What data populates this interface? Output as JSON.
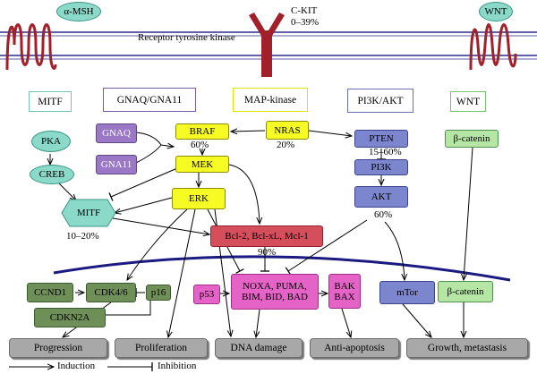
{
  "membrane": {
    "alpha_msh": "α-MSH",
    "wnt_receptor": "WNT",
    "rtk_label": "Receptor tyrosine kinase",
    "ckit_label": "C-KIT",
    "ckit_percent": "0–39%"
  },
  "headers": {
    "mitf": "MITF",
    "gnaq": "GNAQ/GNA11",
    "mapk": "MAP-kinase",
    "pi3k": "PI3K/AKT",
    "wnt": "WNT"
  },
  "nodes": {
    "pka": "PKA",
    "creb": "CREB",
    "mitf": "MITF",
    "mitf_pct": "10–20%",
    "gnaq": "GNAQ",
    "gna11": "GNA11",
    "braf": "BRAF",
    "braf_pct": "60%",
    "mek": "MEK",
    "erk": "ERK",
    "nras": "NRAS",
    "nras_pct": "20%",
    "pten": "PTEN",
    "pten_pct": "15–60%",
    "pi3k": "PI3K",
    "akt": "AKT",
    "akt_pct": "60%",
    "beta_catenin_top": "β-catenin",
    "bcl2": "Bcl-2, Bcl-xL, Mcl-1",
    "bcl2_pct": "90%",
    "ccnd1": "CCND1",
    "cdk46": "CDK4/6",
    "p16": "p16",
    "cdkn2a": "CDKN2A",
    "p53": "p53",
    "noxa_line1": "NOXA, PUMA,",
    "noxa_line2": "BIM, BID, BAD",
    "bak": "BAK",
    "bax": "BAX",
    "mtor": "mTor",
    "beta_catenin_bottom": "β-catenin"
  },
  "outcomes": {
    "progression": "Progression",
    "proliferation": "Proliferation",
    "dna_damage": "DNA damage",
    "anti_apoptosis": "Anti-apoptosis",
    "growth": "Growth, metastasis"
  },
  "legend": {
    "induction": "Induction",
    "inhibition": "Inhibition"
  },
  "colors": {
    "membrane_line": "#2a2a8f",
    "receptor": "#a1202a",
    "nuclear_line": "#1a1a80"
  }
}
